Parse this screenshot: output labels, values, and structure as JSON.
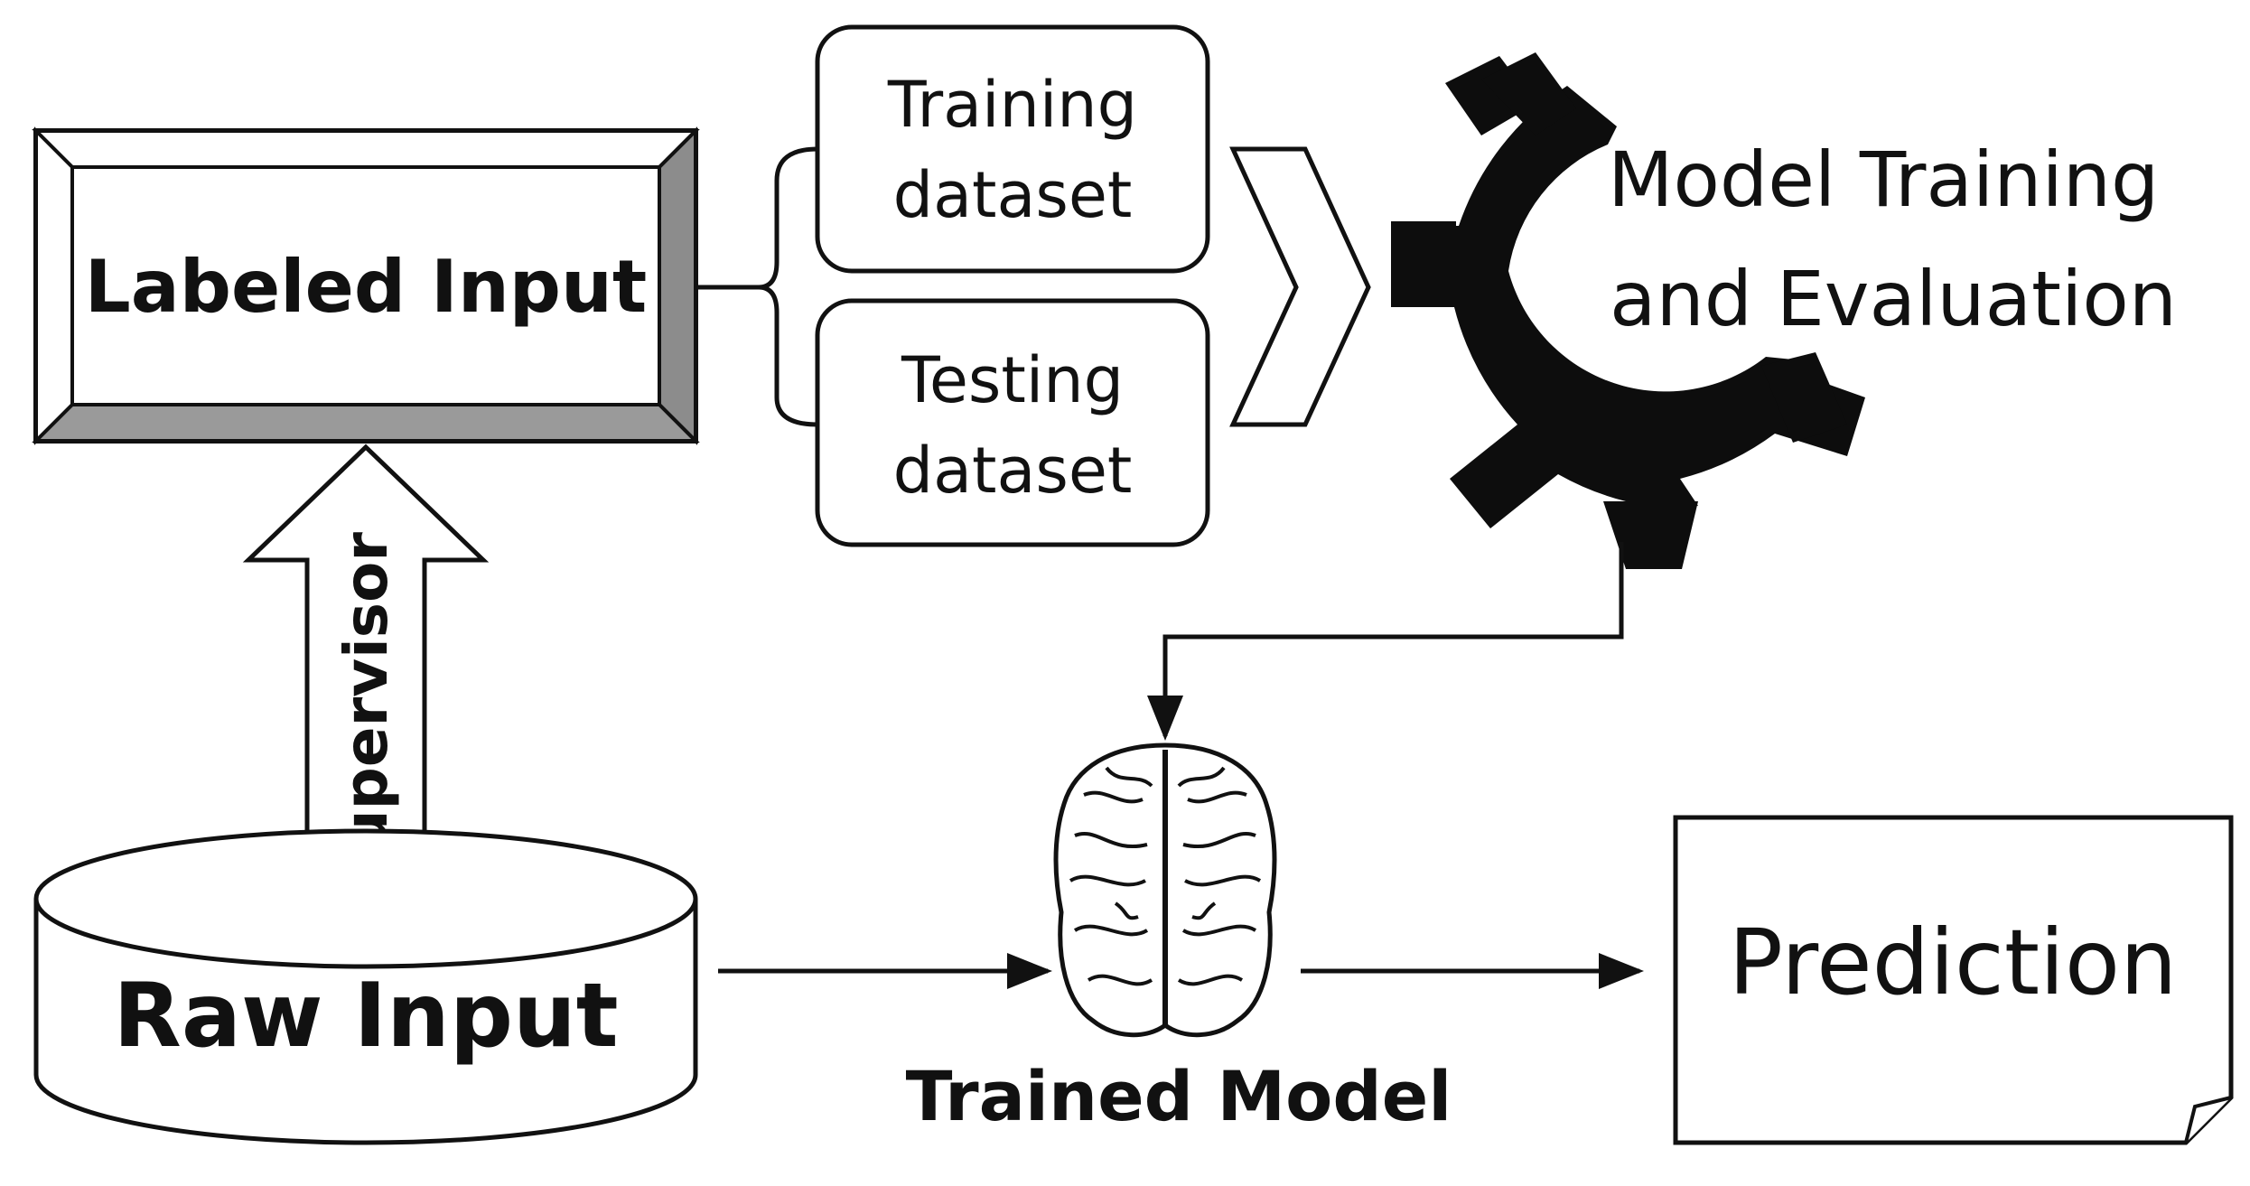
{
  "labeled_input": {
    "label": "Labeled Input"
  },
  "training_dataset": {
    "line1": "Training",
    "line2": "dataset"
  },
  "testing_dataset": {
    "line1": "Testing",
    "line2": "dataset"
  },
  "model_training": {
    "line1": "Model Training",
    "line2": "and Evaluation"
  },
  "supervisor_arrow": {
    "label": "Supervisor"
  },
  "raw_input": {
    "label": "Raw Input"
  },
  "trained_model": {
    "label": "Trained Model"
  },
  "prediction": {
    "label": "Prediction"
  },
  "colors": {
    "stroke": "#111111",
    "bevel_gray": "#8c8c8c",
    "gear": "#0d0d0d",
    "background": "#ffffff"
  }
}
